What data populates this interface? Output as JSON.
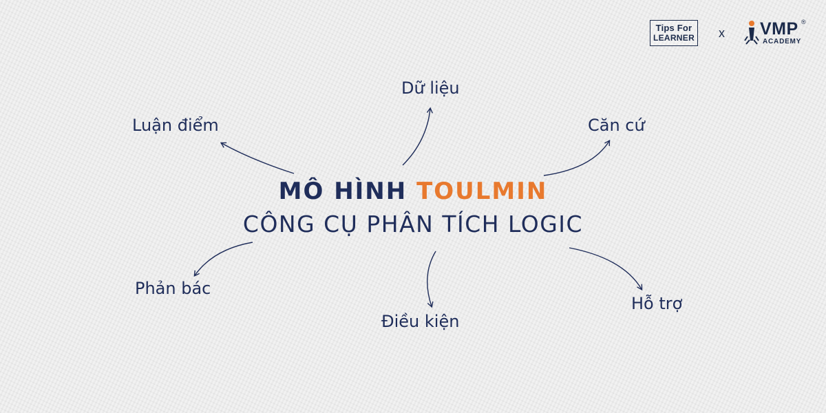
{
  "logos": {
    "tips_line1": "Tips For",
    "tips_line2": "LEARNER",
    "separator": "x",
    "vmp_word": "VMP",
    "vmp_sub": "ACADEMY",
    "vmp_reg": "®"
  },
  "title": {
    "line1_prefix": "MÔ HÌNH ",
    "line1_accent": "TOULMIN",
    "line2": "CÔNG CỤ PHÂN TÍCH LOGIC"
  },
  "nodes": {
    "luan_diem": "Luận điểm",
    "du_lieu": "Dữ liệu",
    "can_cu": "Căn cứ",
    "phan_bac": "Phản bác",
    "dieu_kien": "Điều kiện",
    "ho_tro": "Hỗ trợ"
  },
  "colors": {
    "primary": "#1f2d5a",
    "accent": "#e8792e",
    "background": "#eaeaea"
  }
}
